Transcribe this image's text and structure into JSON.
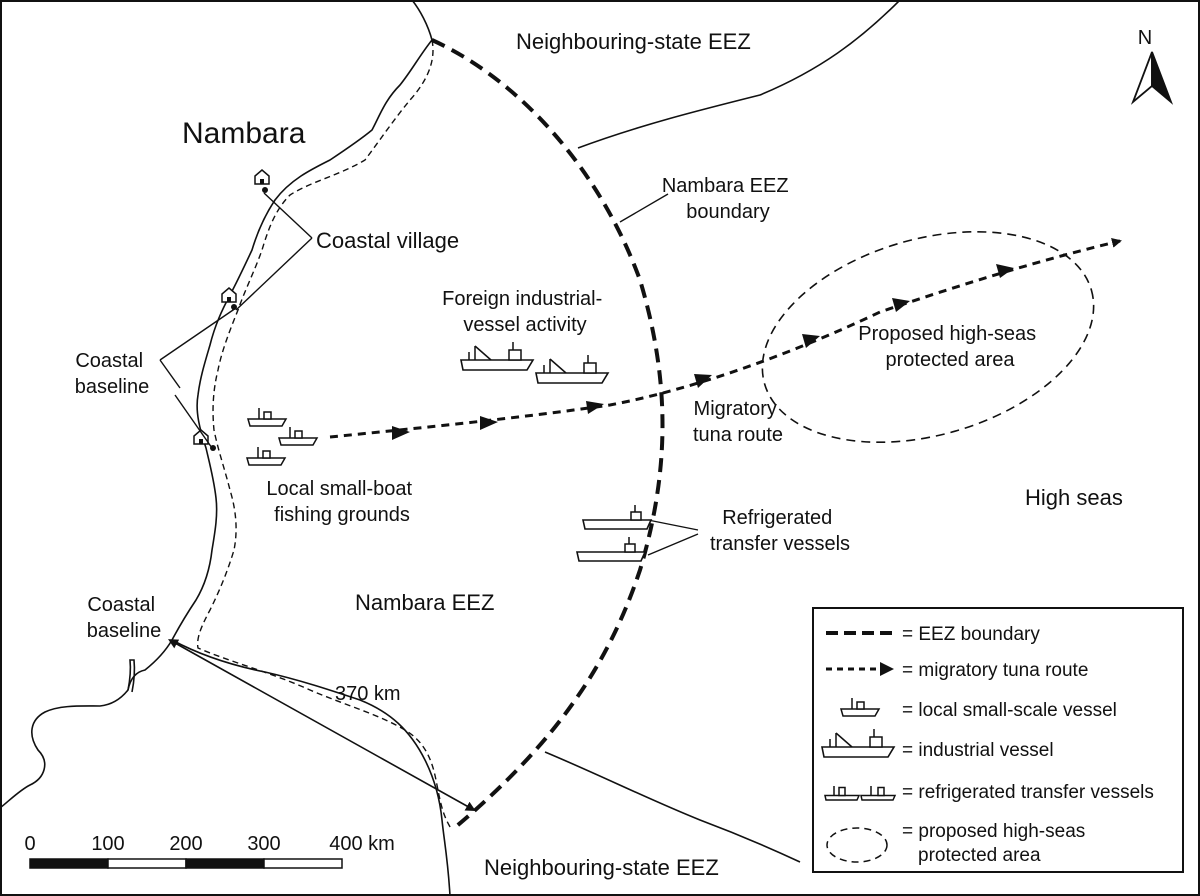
{
  "map": {
    "country_name": "Nambara",
    "north_label": "N",
    "neighbour_eez_top": "Neighbouring-state EEZ",
    "neighbour_eez_bottom": "Neighbouring-state EEZ",
    "eez_boundary_label": [
      "Nambara EEZ",
      "boundary"
    ],
    "nambara_eez": "Nambara EEZ",
    "high_seas": "High seas",
    "coastal_village": "Coastal village",
    "coastal_baseline_upper": [
      "Coastal",
      "baseline"
    ],
    "coastal_baseline_lower": [
      "Coastal",
      "baseline"
    ],
    "foreign_activity": [
      "Foreign industrial-",
      "vessel activity"
    ],
    "local_grounds": [
      "Local small-boat",
      "fishing grounds"
    ],
    "refrigerated": [
      "Refrigerated",
      "transfer vessels"
    ],
    "tuna_route": [
      "Migratory",
      "tuna route"
    ],
    "protected_area": [
      "Proposed high-seas",
      "protected area"
    ],
    "distance_label": "370 km"
  },
  "scale_bar": {
    "ticks": [
      "0",
      "100",
      "200",
      "300",
      "400 km"
    ]
  },
  "legend": {
    "items": [
      {
        "symbol": "eez-boundary",
        "label": "= EEZ boundary"
      },
      {
        "symbol": "tuna-route",
        "label": "= migratory tuna route"
      },
      {
        "symbol": "small-vessel",
        "label": "= local small-scale vessel"
      },
      {
        "symbol": "industrial-vessel",
        "label": "= industrial vessel"
      },
      {
        "symbol": "reefer-vessels",
        "label": "= refrigerated transfer vessels"
      },
      {
        "symbol": "protected-area",
        "label": [
          "= proposed high-seas",
          "protected area"
        ]
      }
    ]
  }
}
